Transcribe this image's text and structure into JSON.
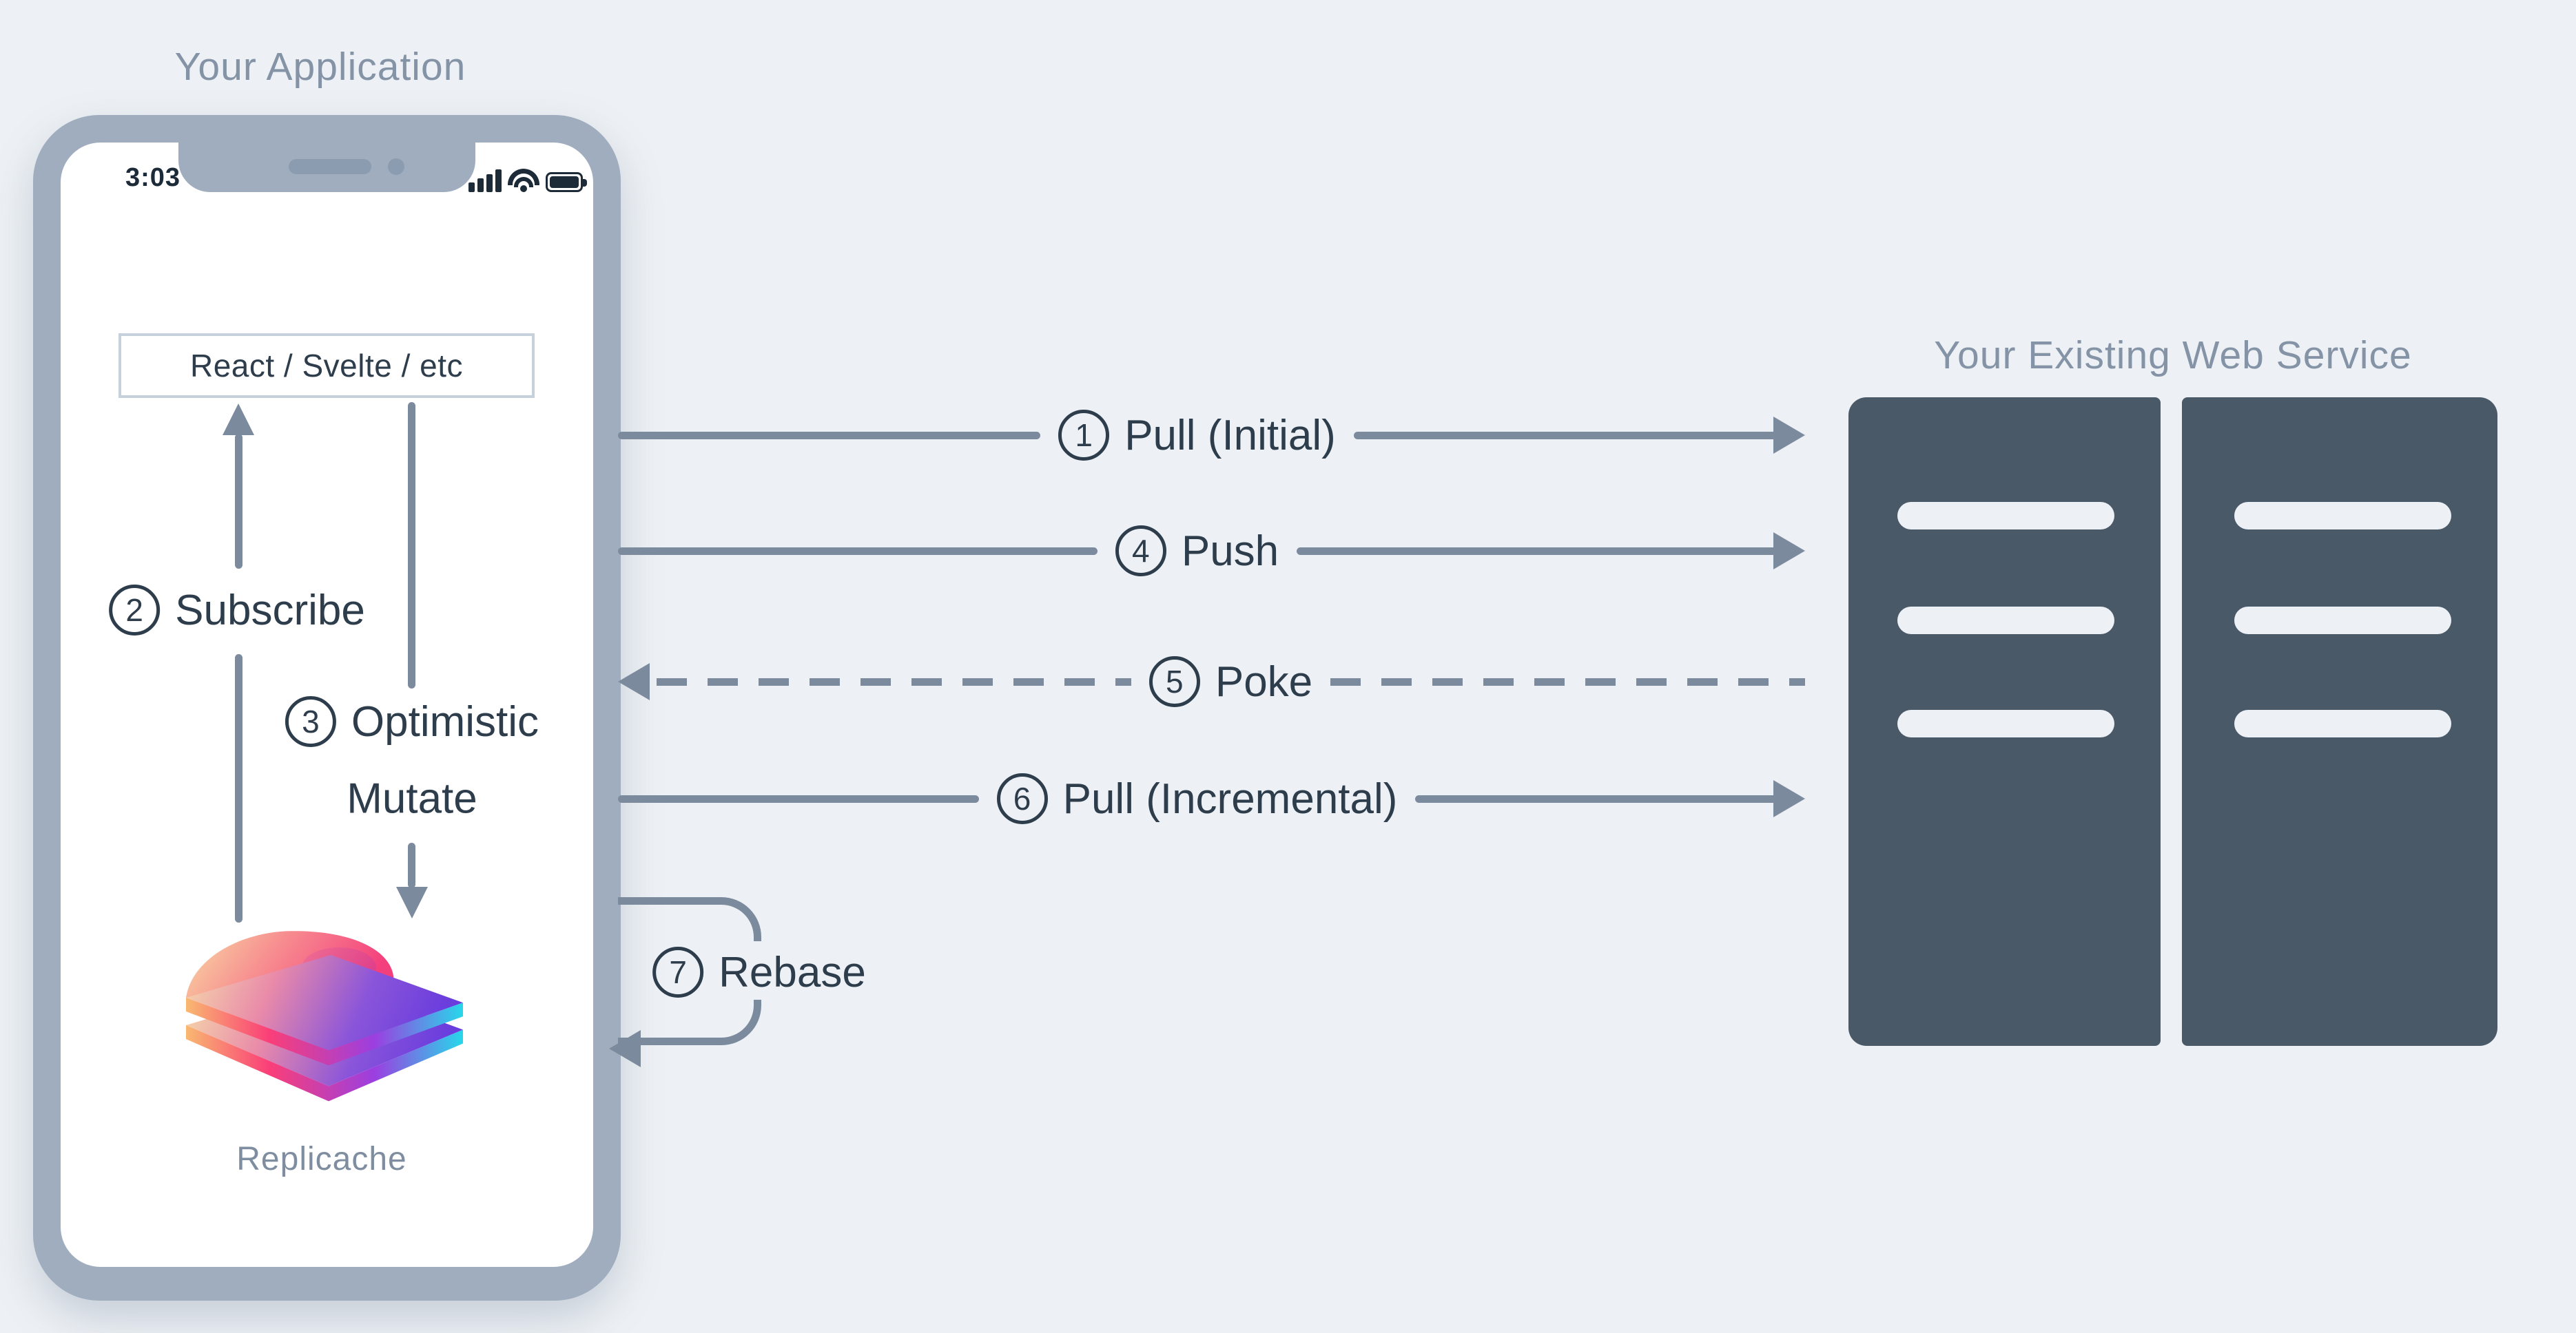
{
  "application": {
    "title": "Your Application",
    "phone": {
      "status_bar": {
        "time": "3:03",
        "icons": [
          "signal-bars-icon",
          "wifi-icon",
          "battery-icon"
        ]
      }
    },
    "framework_box_label": "React / Svelte / etc",
    "logo_label": "Replicache",
    "subscribe": {
      "number": "2",
      "label": "Subscribe"
    },
    "optimistic_mutate": {
      "number": "3",
      "line1": "Optimistic",
      "line2": "Mutate"
    }
  },
  "web_service": {
    "title": "Your Existing Web Service"
  },
  "flows": [
    {
      "number": "1",
      "label": "Pull (Initial)",
      "line_style": "solid",
      "direction": "client-to-server"
    },
    {
      "number": "4",
      "label": "Push",
      "line_style": "solid",
      "direction": "client-to-server"
    },
    {
      "number": "5",
      "label": "Poke",
      "line_style": "dashed",
      "direction": "server-to-client"
    },
    {
      "number": "6",
      "label": "Pull (Incremental)",
      "line_style": "solid",
      "direction": "client-to-server"
    },
    {
      "number": "7",
      "label": "Rebase",
      "line_style": "loop",
      "direction": "client-internal"
    }
  ],
  "colors": {
    "background": "#edf1f5",
    "phone_frame": "#9fadbe",
    "arrow_line": "#7b8b9d",
    "dark_text": "#2e3d4c",
    "muted_title": "#8493a6",
    "server_fill": "#4a5968",
    "box_border": "#c7d1db",
    "logo_label_text": "#7e8ea0"
  }
}
